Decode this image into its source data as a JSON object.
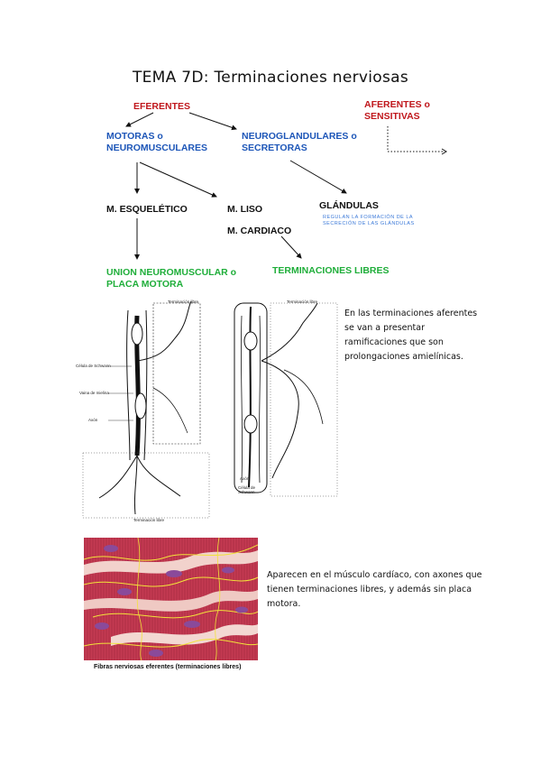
{
  "title": "TEMA 7D: Terminaciones nerviosas",
  "diagram": {
    "eferentes": "EFERENTES",
    "aferentes": "AFERENTES o SENSITIVAS",
    "motoras": "MOTORAS o NEUROMUSCULARES",
    "neuroglandulares": "NEUROGLANDULARES o SECRETORAS",
    "esqueletico": "M. ESQUELÉTICO",
    "liso": "M. LISO",
    "cardiaco": "M. CARDIACO",
    "glandulas": "GLÁNDULAS",
    "glandulas_note": "REGULAN LA FORMACIÓN DE LA SECRECIÓN DE LAS GLÁNDULAS",
    "union": "UNION NEUROMUSCULAR o PLACA MOTORA",
    "libres": "TERMINACIONES LIBRES"
  },
  "figure1": {
    "labels": {
      "celula_schwann": "Célula de Schwann",
      "vaina_mielina": "Vaina de mielina",
      "axon": "Axón",
      "term_libre_top": "Terminación libre",
      "term_libre_bottom": "Terminación libre",
      "term_libre_right": "Terminación libre",
      "axon2": "Axón",
      "celula_schwann2": "Célula de Schwann"
    },
    "text": "En las terminaciones aferentes se van a presentar ramificaciones que son prolongaciones amielínicas."
  },
  "figure2": {
    "caption": "Fibras nerviosas eferentes (terminaciones libres)",
    "text": "Aparecen en el músculo cardíaco, con axones que tienen terminaciones libres, y además sin placa motora."
  }
}
